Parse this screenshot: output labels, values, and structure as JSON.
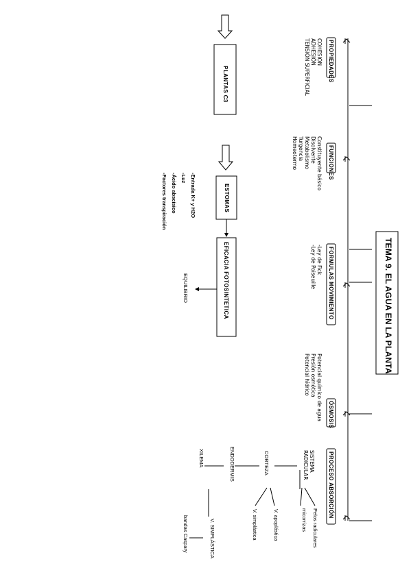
{
  "title": "TEMA 9. EL AGUA EN LA PLANTA",
  "branches": {
    "propiedades": {
      "label": "PROPIEDADES",
      "items": "COHESIÓN\nADHESIÓN\nTENSIÓN SUPERFICIAL"
    },
    "funciones": {
      "label": "FUNCIONES",
      "items": "Constituyente básico\nDisolvente\nMetabolismo\nTurgencia\nHomeotermo"
    },
    "formulas": {
      "label": "FORMULAS MOVIMIENTO",
      "items": "-Ley de Fick\n-Ley de Poiseuille"
    },
    "osmosis": {
      "label": "ÓSMOSIS",
      "items": "Potencial químico de agua\nPresión osmótica\nPotencial hídrico"
    },
    "absorcion": {
      "label": "PROCESO ABSORCIÓN"
    }
  },
  "plantas_c3": "PLANTAS C3",
  "estomas": {
    "label": "ESTOMAS",
    "factors": "-Entrada K+ y H2O\n-Luz\n-Ácido abscísico\n-Factores transpiración"
  },
  "eficacia": "EFICACIA FOTOSINTETICA",
  "equilibrio": "EQUILIBRIO",
  "absorcion_tree": {
    "sistema": "SISTEMA\nRADICULAR",
    "pelos": "Pelos radiculares",
    "micorrizas": "micorrizas",
    "corteza": "CORTEZA",
    "apoplastica": "V. apoplástica",
    "simplastica_small": "V. simplástica",
    "endodermis": "ENDODERMIS",
    "xilema": "XILEMA",
    "simplastica": "V. SIMPLÁSTICA",
    "caspary": "bandas Caspary"
  }
}
